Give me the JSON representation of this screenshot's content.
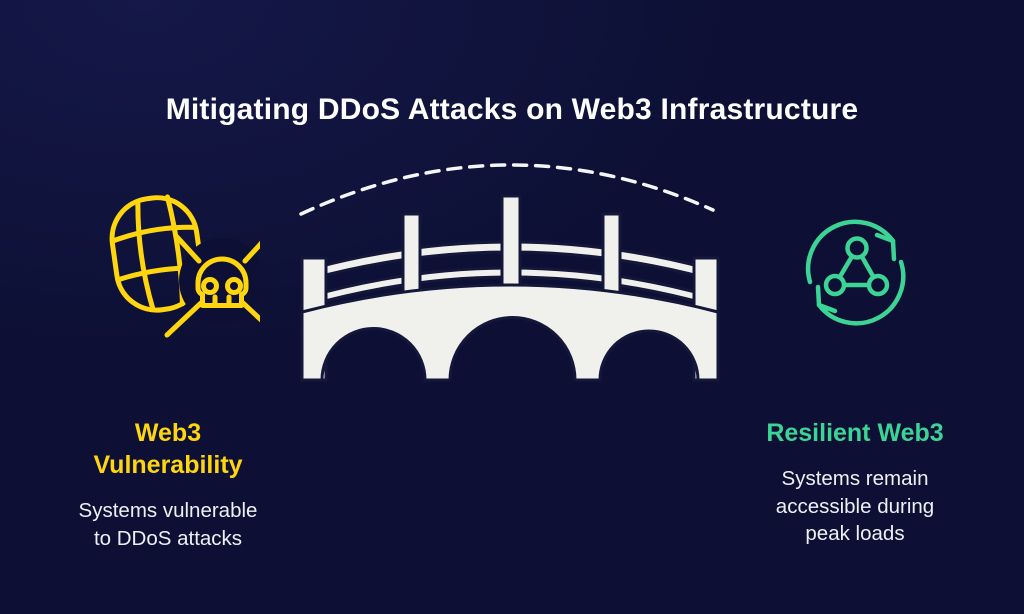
{
  "title": "Mitigating DDoS Attacks on Web3 Infrastructure",
  "colors": {
    "background": "#0d1034",
    "title": "#ffffff",
    "yellow_accent": "#ffd60e",
    "green_accent": "#3bd494",
    "body_text": "#eef0f6",
    "bridge_fill": "#f0f0ec",
    "bridge_outline": "#14163a",
    "dash_arc": "#f5f6fa"
  },
  "left": {
    "icon": "globe-skull-icon",
    "heading_lines": [
      "Web3",
      "Vulnerability"
    ],
    "body_lines": [
      "Systems vulnerable",
      "to DDoS attacks"
    ]
  },
  "right": {
    "icon": "sync-network-icon",
    "heading_lines": [
      "Resilient Web3"
    ],
    "body_lines": [
      "Systems remain",
      "accessible during",
      "peak loads"
    ]
  },
  "center": {
    "illustration": "bridge",
    "flow": "dashed-arc"
  }
}
